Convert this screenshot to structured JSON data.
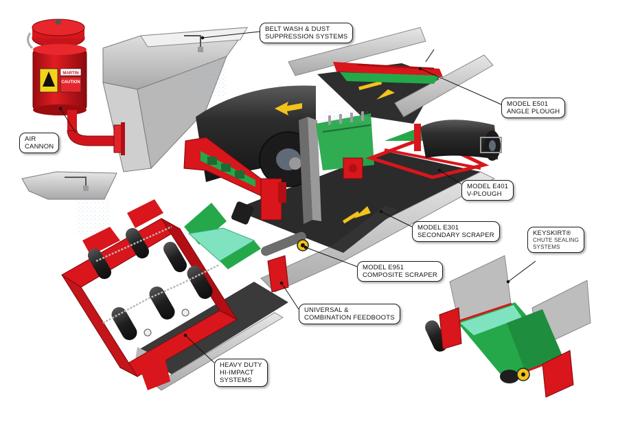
{
  "colors": {
    "frame_red": "#d8161c",
    "frame_dark": "#a80f13",
    "belt": "#2b2b2b",
    "belt_light": "#3a3a3a",
    "skirt_green": "#25a84a",
    "liner_mint": "#7fe3c0",
    "arrow_yellow": "#f2c31a",
    "steel_grey": "#bdbdbd",
    "steel_dark": "#8a8a8a"
  },
  "callouts": {
    "belt_wash": {
      "line1": "BELT WASH & DUST",
      "line2": "SUPPRESSION SYSTEMS"
    },
    "angle_plough": {
      "line1": "MODEL E501",
      "line2": "ANGLE PLOUGH"
    },
    "air_cannon": {
      "line1": "AIR",
      "line2": "CANNON"
    },
    "v_plough": {
      "line1": "MODEL E401",
      "line2": "V-PLOUGH"
    },
    "secondary_scraper": {
      "line1": "MODEL E301",
      "line2": "SECONDARY SCRAPER"
    },
    "keyskirt": {
      "line1": "KEYSKIRT®",
      "line2": "CHUTE SEALING",
      "line3": "SYSTEMS"
    },
    "composite_scraper": {
      "line1": "MODEL E951",
      "line2": "COMPOSITE SCRAPER"
    },
    "feedboots": {
      "line1": "UNIVERSAL &",
      "line2": "COMBINATION FEEDBOOTS"
    },
    "hi_impact": {
      "line1": "HEAVY DUTY",
      "line2": "HI-IMPACT",
      "line3": "SYSTEMS"
    }
  },
  "air_cannon_labels": {
    "brand": "MARTIN",
    "warning": "CAUTION"
  }
}
